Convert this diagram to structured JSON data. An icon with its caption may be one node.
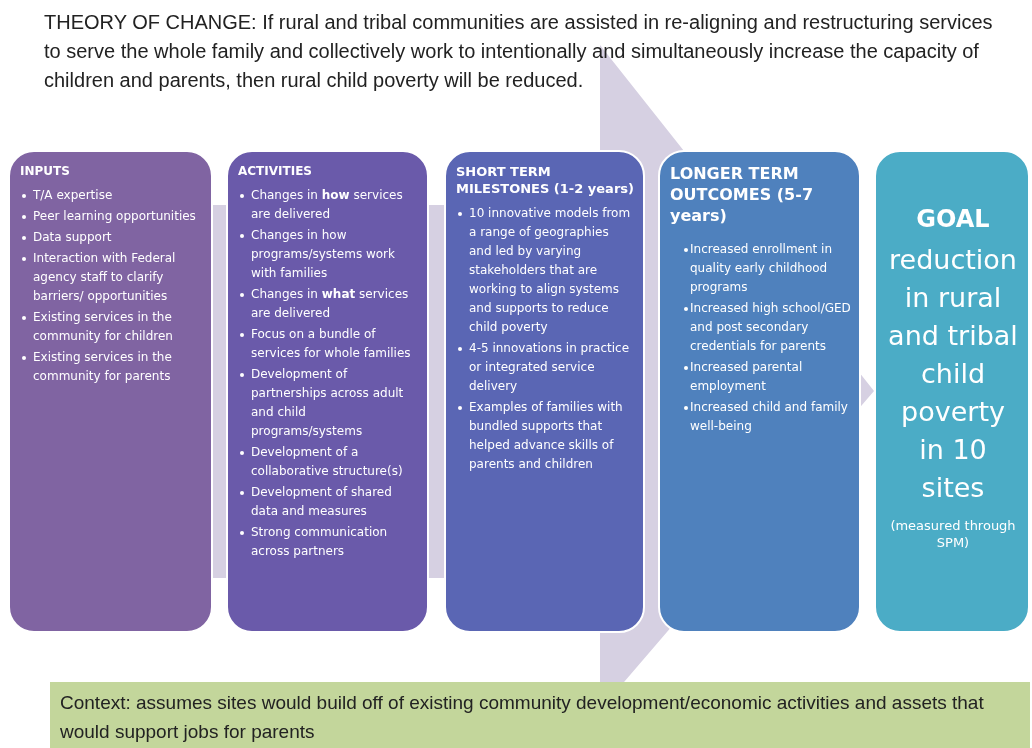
{
  "diagram": {
    "title": "THEORY OF CHANGE:  If rural and tribal communities are assisted in re-aligning and restructuring services to serve the whole family and collectively work to intentionally and simultaneously increase the capacity of children and parents, then rural child poverty will be reduced.",
    "nodes": [
      {
        "text": [
          "INPUTS",
          "T/A  expertise",
          "Peer learning opportunities",
          "Data support",
          "Interaction with Federal agency staff to clarify barriers/ opportunities",
          "Existing services in the community for children",
          "Existing services in the community for parents"
        ]
      },
      {
        "text": [
          "ACTIVITIES",
          "Changes in **how** services are delivered",
          "Changes in how programs/systems work with families",
          "Changes in **what** services are delivered",
          "Focus on a bundle of services for whole families",
          "Development of partnerships across adult and child programs/systems",
          "Development of a collaborative structure(s)",
          "Development of shared data and measures",
          "Strong communication across partners"
        ]
      },
      {
        "text": [
          "SHORT TERM MILESTONES (1-2 years)",
          "10 innovative models from a range of geographies and led by varying stakeholders that are working to align systems and supports to reduce child poverty",
          "4-5 innovations in practice or integrated service delivery",
          "Examples of families with bundled supports that helped advance skills of parents and children"
        ]
      },
      {
        "text": [
          "LONGER TERM OUTCOMES (5-7 years)",
          "Increased enrollment in quality early childhood programs",
          "Increased high school/GED and post secondary credentials for parents",
          "Increased parental employment",
          "Increased child and family well-being"
        ]
      },
      {
        "text": [
          "GOAL",
          "reduction in rural and tribal child poverty in 10 sites",
          "(measured through SPM)"
        ]
      },
      {
        "text": [
          "Context: assumes sites would build off of existing community development/economic activities and assets that would support jobs for parents"
        ]
      }
    ],
    "edges": [
      {
        "from": 0,
        "to": 4,
        "arrow": "to"
      }
    ]
  }
}
